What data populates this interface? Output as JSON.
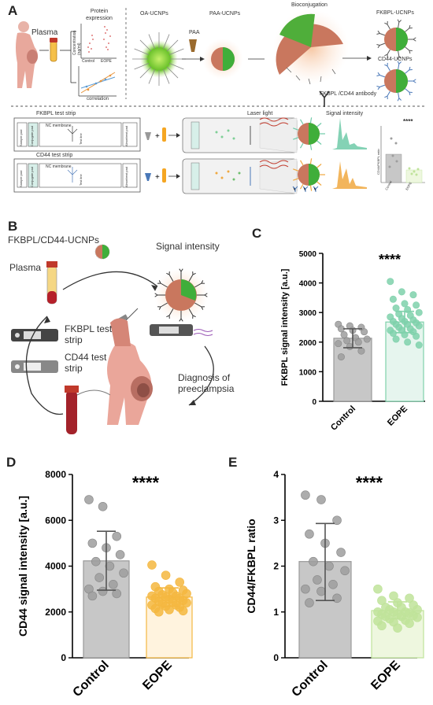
{
  "panelA": {
    "letter": "A",
    "plasma": "Plasma",
    "protein_expression": "Protein\nexpression",
    "concentration_axis": "Concentration\n(ng/ml)",
    "control": "Control",
    "eope": "EOPE",
    "correlation": "correlation",
    "oa_ucnps": "OA-UCNPs",
    "paa": "PAA",
    "paa_ucnps": "PAA-UCNPs",
    "bioconjugation": "Bioconjugation",
    "fkbpl_ucnps": "FKBPL-UCNPs",
    "cd44_ucnps": "CD44-UCNPs",
    "antibody": "FKBPL /CD44 antibody",
    "fkbpl_strip": "FKBPL test strip",
    "cd44_strip": "CD44  test strip",
    "sample_pad": "Sample pad",
    "conjugate_pad": "Conjugate pad",
    "nc_membrane": "NC membrane",
    "test_line": "Test line",
    "absorbent_pad": "Absorbent pad",
    "laser_light": "Laser light",
    "signal_intensity": "Signal intensity",
    "inset_ylabel": "CD44/FKBPL ratio",
    "inset_sig": "****"
  },
  "panelB": {
    "letter": "B",
    "ucnps": "FKBPL/CD44-UCNPs",
    "plasma": "Plasma",
    "signal_intensity": "Signal intensity",
    "fkbpl_strip": "FKBPL test\nstrip",
    "cd44_strip": "CD44 test\nstrip",
    "diagnosis": "Diagnosis of\npreeclampsia"
  },
  "colors": {
    "control_bar": "#c7c7c7",
    "control_pt": "#9e9e9e",
    "eope_c_bar": "#e6f5ee",
    "eope_c_pt": "#7fd1ab",
    "eope_d_bar": "#fff3de",
    "eope_d_pt": "#f4b740",
    "eope_e_bar": "#eef7df",
    "eope_e_pt": "#bfe39a"
  },
  "chart_data": [
    {
      "panel": "C",
      "type": "bar",
      "categories": [
        "Control",
        "EOPE"
      ],
      "values": [
        2130,
        2680
      ],
      "error": [
        [
          1810,
          2450
        ],
        [
          2320,
          3040
        ]
      ],
      "ylabel": "FKBPL signal intensity [a.u.]",
      "ylim": [
        0,
        5000
      ],
      "yticks": [
        0,
        1000,
        2000,
        3000,
        4000,
        5000
      ],
      "significance": "****",
      "points": [
        [
          2600,
          2550,
          2500,
          2450,
          2400,
          2350,
          2250,
          2150,
          2100,
          2050,
          2000,
          1950,
          1850,
          1700,
          1500
        ],
        [
          4050,
          3700,
          3600,
          3450,
          3300,
          3250,
          3150,
          3100,
          3000,
          2950,
          2900,
          2850,
          2800,
          2750,
          2700,
          2700,
          2650,
          2600,
          2600,
          2550,
          2500,
          2450,
          2400,
          2400,
          2350,
          2300,
          2250,
          2200,
          2100,
          2000,
          1900
        ]
      ]
    },
    {
      "panel": "D",
      "type": "bar",
      "categories": [
        "Control",
        "EOPE"
      ],
      "values": [
        4230,
        2650
      ],
      "error": [
        [
          2950,
          5520
        ],
        [
          2250,
          3050
        ]
      ],
      "ylabel": "CD44 signal intensity [a.u.]",
      "ylim": [
        0,
        8000
      ],
      "yticks": [
        0,
        2000,
        4000,
        6000,
        8000
      ],
      "significance": "****",
      "points": [
        [
          6900,
          6600,
          5300,
          5000,
          4800,
          4500,
          4200,
          4000,
          3700,
          3500,
          3200,
          3000,
          2900,
          2800,
          2700
        ],
        [
          4050,
          3600,
          3300,
          3100,
          3000,
          2950,
          2900,
          2850,
          2800,
          2750,
          2700,
          2700,
          2650,
          2600,
          2600,
          2550,
          2500,
          2450,
          2450,
          2400,
          2350,
          2300,
          2300,
          2250,
          2200,
          2150,
          2100,
          2050,
          2000
        ]
      ]
    },
    {
      "panel": "E",
      "type": "bar",
      "categories": [
        "Control",
        "EOPE"
      ],
      "values": [
        2.1,
        1.03
      ],
      "error": [
        [
          1.25,
          2.93
        ],
        [
          0.85,
          1.22
        ]
      ],
      "ylabel": "CD44/FKBPL ratio",
      "ylim": [
        0,
        4
      ],
      "yticks": [
        0,
        1,
        2,
        3,
        4
      ],
      "significance": "****",
      "points": [
        [
          3.55,
          3.45,
          3.0,
          2.7,
          2.5,
          2.3,
          2.1,
          2.0,
          1.9,
          1.7,
          1.6,
          1.5,
          1.45,
          1.3,
          1.2
        ],
        [
          1.5,
          1.35,
          1.3,
          1.25,
          1.2,
          1.15,
          1.1,
          1.1,
          1.05,
          1.05,
          1.0,
          1.0,
          1.0,
          0.98,
          0.95,
          0.95,
          0.92,
          0.9,
          0.9,
          0.88,
          0.85,
          0.82,
          0.8,
          0.78,
          0.75,
          0.7,
          0.65
        ]
      ]
    }
  ]
}
